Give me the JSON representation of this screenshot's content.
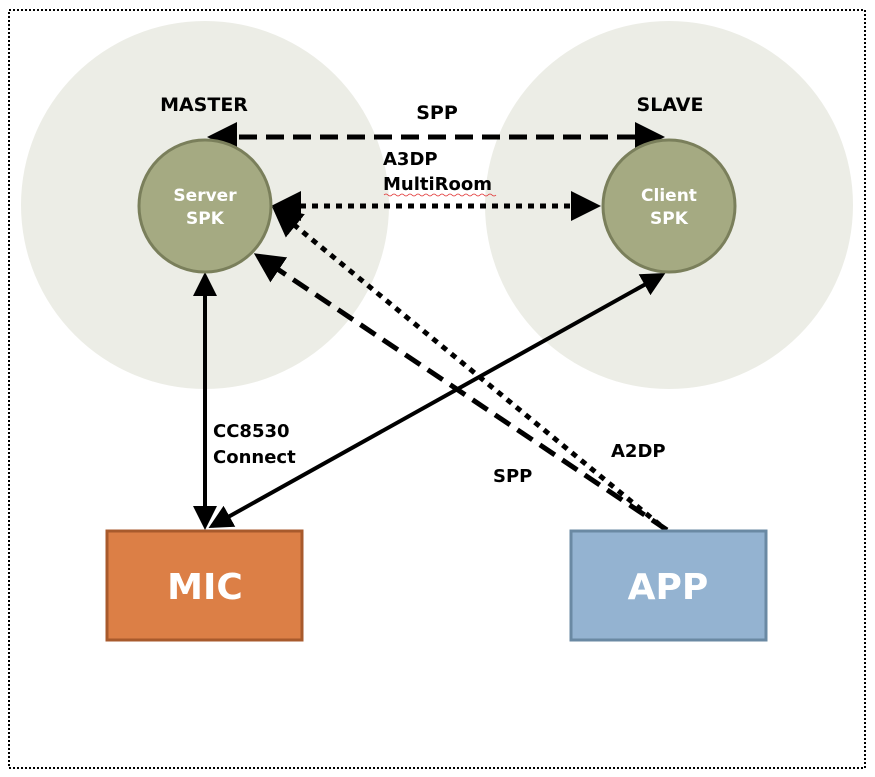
{
  "diagram": {
    "colors": {
      "zone_fill": "#ecede6",
      "speaker_fill": "#a5aa82",
      "speaker_stroke": "#7a7f5b",
      "mic_fill": "#dc7f46",
      "mic_stroke": "#a85a2c",
      "app_fill": "#94b3d1",
      "app_stroke": "#6a89a3",
      "line": "#000000"
    },
    "zones": {
      "master": {
        "label": "MASTER"
      },
      "slave": {
        "label": "SLAVE"
      }
    },
    "nodes": {
      "server": {
        "line1": "Server",
        "line2": "SPK"
      },
      "client": {
        "line1": "Client",
        "line2": "SPK"
      },
      "mic": {
        "label": "MIC"
      },
      "app": {
        "label": "APP"
      }
    },
    "connections": {
      "spp_top": {
        "label": "SPP",
        "style": "dashed",
        "direction": "bidirectional",
        "from": "Server SPK",
        "to": "Client SPK"
      },
      "a3dp": {
        "line1": "A3DP",
        "line2": "MultiRoom",
        "style": "dotted",
        "direction": "bidirectional",
        "from": "Server SPK",
        "to": "Client SPK"
      },
      "cc8530": {
        "line1": "CC8530",
        "line2": "Connect",
        "style": "solid",
        "direction": "bidirectional",
        "from": "MIC",
        "to": "Server SPK"
      },
      "mic_client": {
        "style": "solid",
        "direction": "bidirectional",
        "from": "MIC",
        "to": "Client SPK"
      },
      "spp_app": {
        "label": "SPP",
        "style": "dashed",
        "direction": "to-server",
        "from": "APP",
        "to": "Server SPK"
      },
      "a2dp": {
        "label": "A2DP",
        "style": "dotted",
        "direction": "to-server",
        "from": "APP",
        "to": "Server SPK"
      }
    }
  }
}
